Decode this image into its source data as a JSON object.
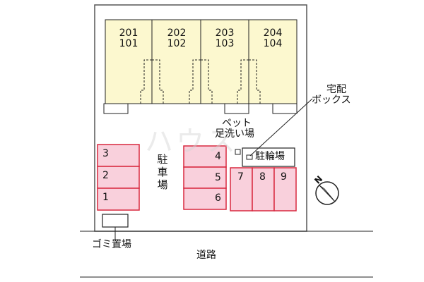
{
  "colors": {
    "building": "#fcf8cf",
    "parking_fill": "#f9d0dc",
    "parking_border": "#d8283f",
    "lot_border": "#555555",
    "lines": "#222222"
  },
  "units": [
    {
      "upper": "201",
      "lower": "101"
    },
    {
      "upper": "202",
      "lower": "102"
    },
    {
      "upper": "203",
      "lower": "103"
    },
    {
      "upper": "204",
      "lower": "104"
    }
  ],
  "parking_left": [
    "3",
    "2",
    "1"
  ],
  "parking_middle": [
    "4",
    "5",
    "6"
  ],
  "parking_right": [
    "7",
    "8",
    "9"
  ],
  "labels": {
    "parking": "駐車場",
    "pet_wash_line1": "ペット",
    "pet_wash_line2": "足洗い場",
    "delivery_box_line1": "宅配",
    "delivery_box_line2": "ボックス",
    "bicycle": "駐輪場",
    "garbage": "ゴミ置場",
    "road": "道路",
    "north": "N"
  },
  "watermark": "ハウス"
}
